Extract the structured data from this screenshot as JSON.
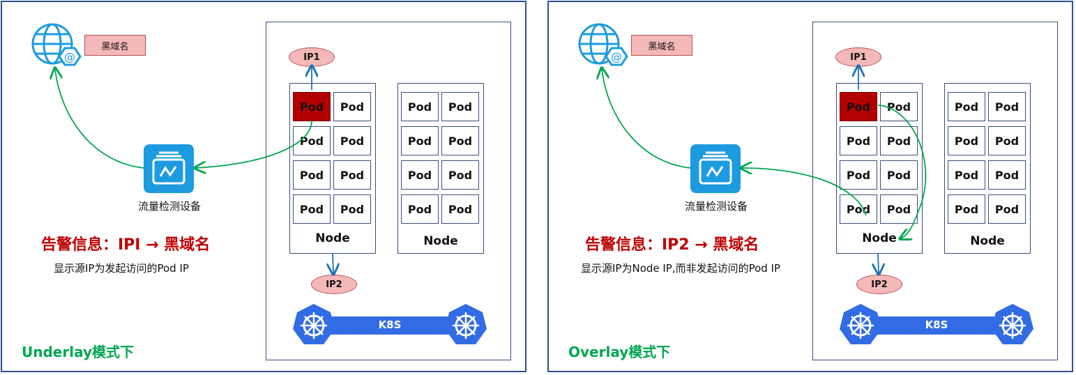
{
  "panels": [
    {
      "id": "underlay",
      "black_domain": "黑域名",
      "device_label": "流量检测设备",
      "alert": "告警信息：IPI → 黑域名",
      "note": "显示源IP为发起访问的Pod IP",
      "mode": "Underlay模式下",
      "ip_top": "IP1",
      "ip_bottom": "IP2",
      "node_label": "Node",
      "pod_label": "Pod",
      "k8s": "K8S"
    },
    {
      "id": "overlay",
      "black_domain": "黑域名",
      "device_label": "流量检测设备",
      "alert": "告警信息：IP2 → 黑域名",
      "note": "显示源IP为Node IP,而非发起访问的Pod IP",
      "mode": "Overlay模式下",
      "ip_top": "IP1",
      "ip_bottom": "IP2",
      "node_label": "Node",
      "pod_label": "Pod",
      "k8s": "K8S"
    }
  ],
  "colors": {
    "panel_border": "#2f4f8f",
    "flow_arrow": "#00a651",
    "ip_arrow": "#1f6fb5",
    "alert_text": "#c00000",
    "mode_text": "#00a651",
    "pod_highlight": "#b30000",
    "k8s_blue": "#326ce5",
    "device_blue": "#1d9be0"
  },
  "icons": [
    "globe-email-icon",
    "traffic-monitor-icon",
    "kubernetes-helm-icon"
  ]
}
